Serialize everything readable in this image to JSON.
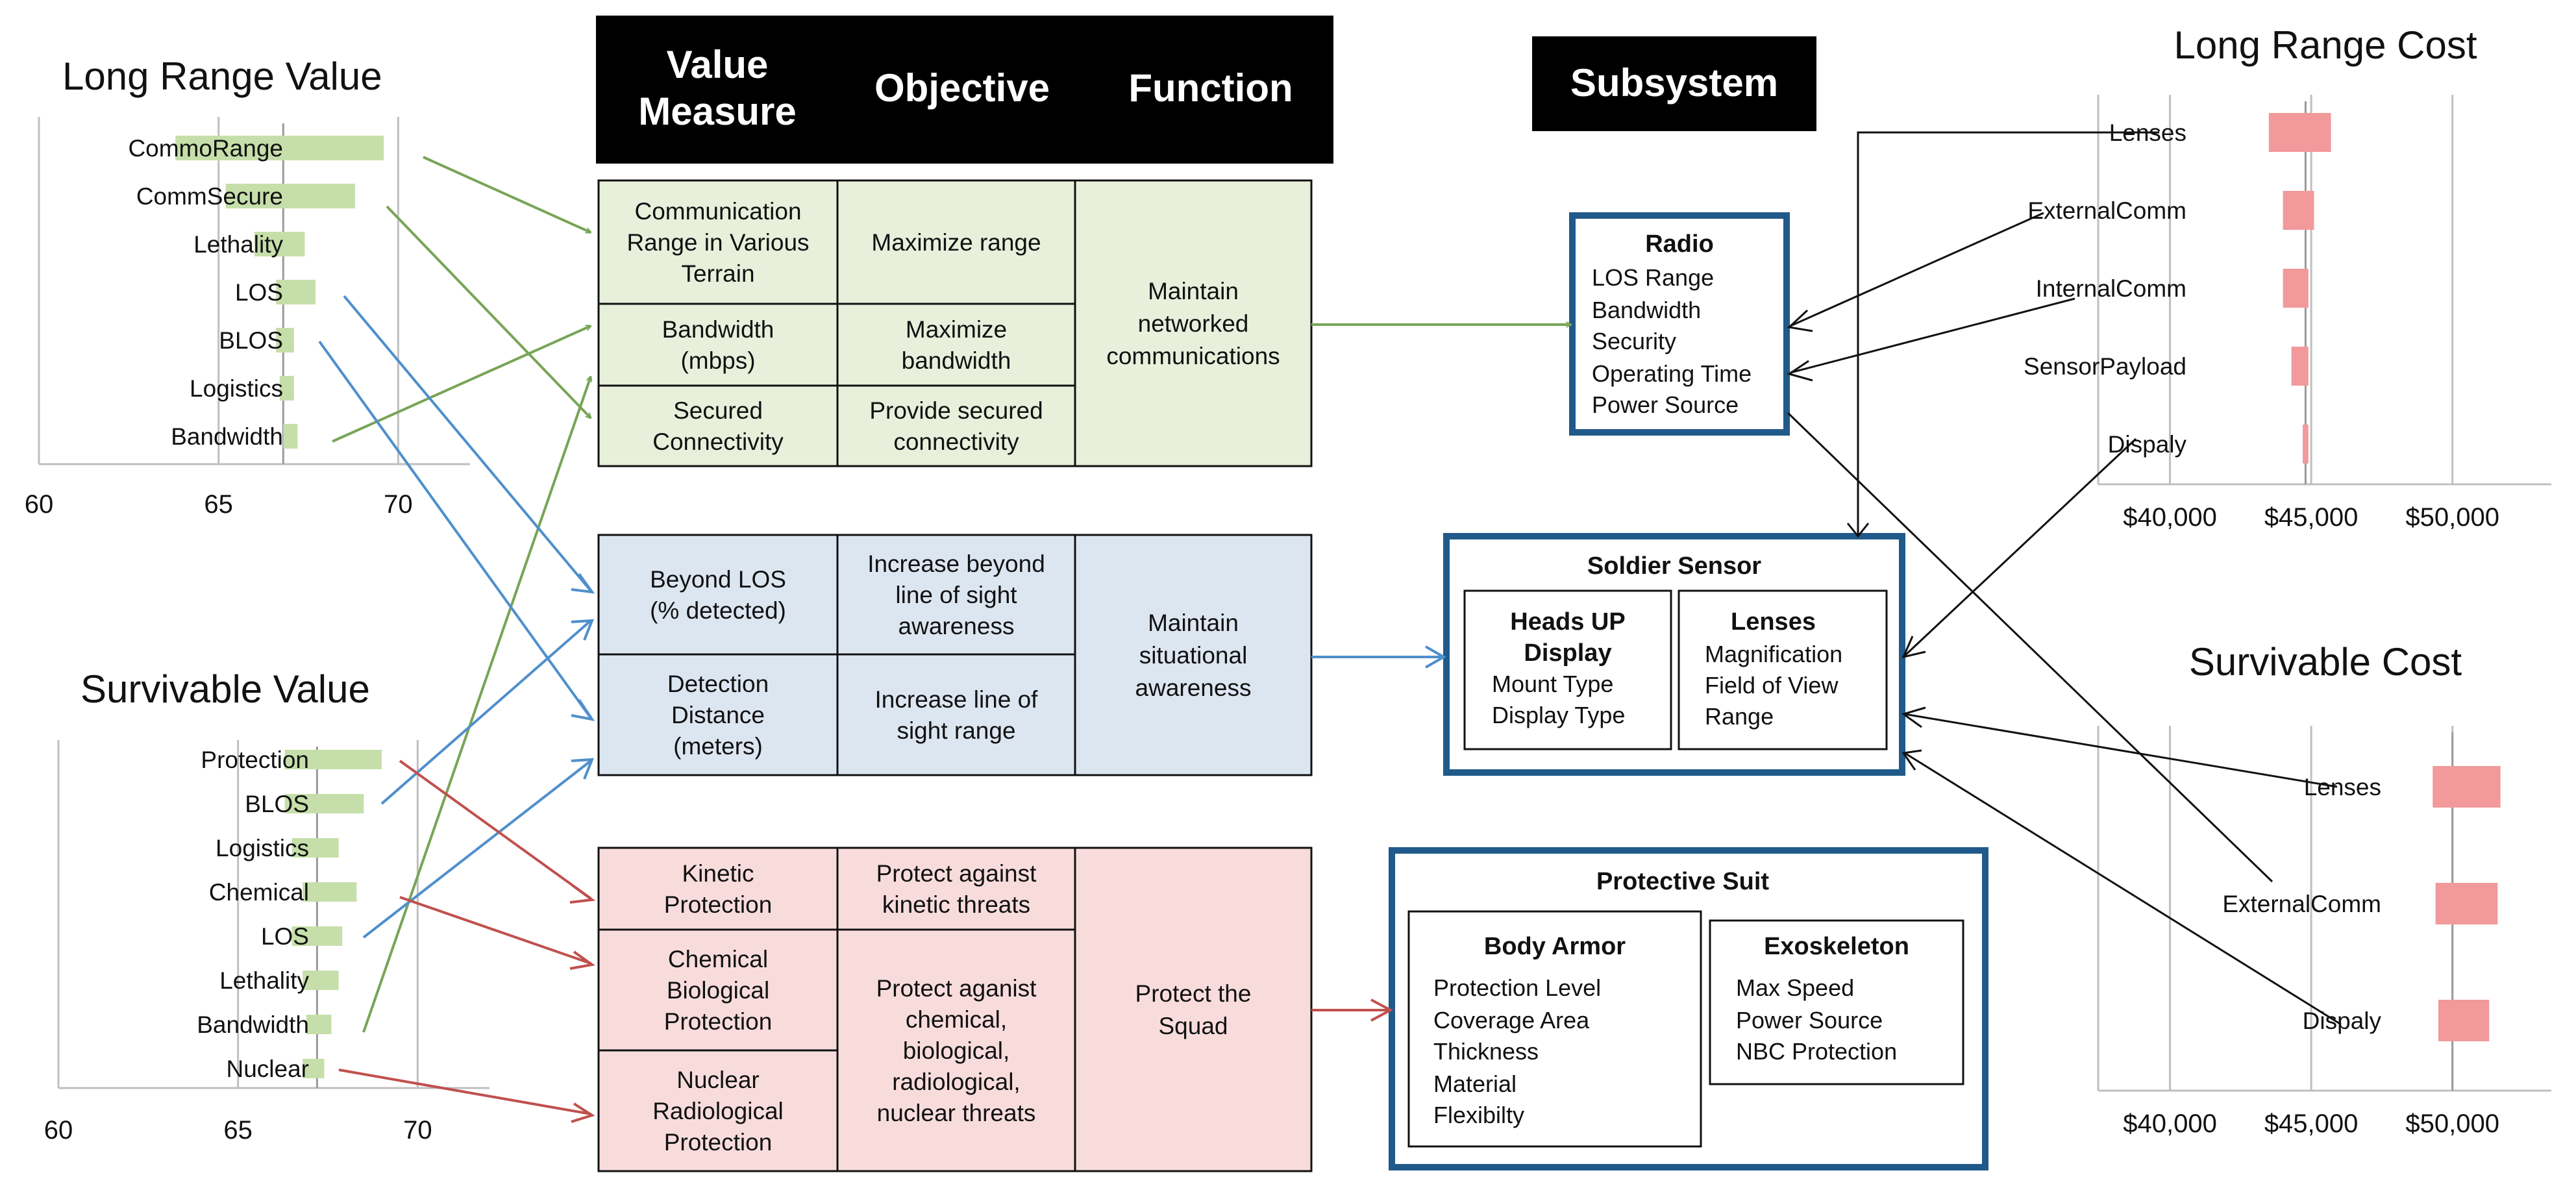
{
  "headers": {
    "value_measure": [
      "Value",
      "Measure"
    ],
    "objective": "Objective",
    "function": "Function",
    "subsystem": "Subsystem"
  },
  "colors": {
    "green_fill": "#e8f0dc",
    "green_bar": "#c6dfaa",
    "green_line": "#77a556",
    "blue_fill": "#dce6f1",
    "blue_line": "#4f8fcc",
    "red_fill": "#f8dcdc",
    "red_bar": "#f1999b",
    "red_line": "#c0504d",
    "box_border": "#1f5a8a"
  },
  "groups": {
    "comms": {
      "value_measures": [
        [
          "Communication",
          "Range in Various",
          "Terrain"
        ],
        [
          "Bandwidth",
          "(mbps)"
        ],
        [
          "Secured",
          "Connectivity"
        ]
      ],
      "objectives": [
        [
          "Maximize range"
        ],
        [
          "Maximize",
          "bandwidth"
        ],
        [
          "Provide secured",
          "connectivity"
        ]
      ],
      "function": [
        "Maintain",
        "networked",
        "communications"
      ]
    },
    "awareness": {
      "value_measures": [
        [
          "Beyond LOS",
          "(% detected)"
        ],
        [
          "Detection",
          "Distance",
          "(meters)"
        ]
      ],
      "objectives": [
        [
          "Increase beyond",
          "line of sight",
          "awareness"
        ],
        [
          "Increase line of",
          "sight range"
        ]
      ],
      "function": [
        "Maintain",
        "situational",
        "awareness"
      ]
    },
    "protect": {
      "value_measures": [
        [
          "Kinetic",
          "Protection"
        ],
        [
          "Chemical",
          "Biological",
          "Protection"
        ],
        [
          "Nuclear",
          "Radiological",
          "Protection"
        ]
      ],
      "objectives": [
        [
          "Protect against",
          "kinetic threats"
        ],
        [
          "Protect aganist",
          "chemical,",
          "biological,",
          "radiological,",
          "nuclear threats"
        ]
      ],
      "function": [
        "Protect the",
        "Squad"
      ]
    }
  },
  "subsystems": {
    "radio": {
      "title": "Radio",
      "items": [
        "LOS Range",
        "Bandwidth",
        "Security",
        "Operating Time",
        "Power Source"
      ]
    },
    "soldier_sensor": {
      "title": "Soldier Sensor",
      "heads_up": {
        "title": [
          "Heads UP",
          "Display"
        ],
        "items": [
          "Mount Type",
          "Display Type"
        ]
      },
      "lenses": {
        "title": "Lenses",
        "items": [
          "Magnification",
          "Field of View",
          "Range"
        ]
      }
    },
    "protective_suit": {
      "title": "Protective Suit",
      "body_armor": {
        "title": "Body Armor",
        "items": [
          "Protection Level",
          "Coverage Area",
          "Thickness",
          "Material",
          "Flexibilty"
        ]
      },
      "exoskeleton": {
        "title": "Exoskeleton",
        "items": [
          "Max Speed",
          "Power Source",
          "NBC Protection"
        ]
      }
    }
  },
  "chart_data": [
    {
      "type": "bar",
      "orientation": "horizontal",
      "title": "Long Range Value",
      "categories": [
        "CommoRange",
        "CommSecure",
        "Lethality",
        "LOS",
        "BLOS",
        "Logistics",
        "Bandwidth"
      ],
      "low": [
        63.8,
        65.2,
        66.0,
        66.6,
        66.6,
        66.7,
        66.8
      ],
      "high": [
        69.6,
        68.8,
        67.4,
        67.7,
        67.1,
        67.1,
        67.2
      ],
      "xlim": [
        60,
        72
      ],
      "xticks": [
        "60",
        "65",
        "70"
      ],
      "marker": 66.8,
      "grid": true
    },
    {
      "type": "bar",
      "orientation": "horizontal",
      "title": "Survivable Value",
      "categories": [
        "Protection",
        "BLOS",
        "Logistics",
        "Chemical",
        "LOS",
        "Lethality",
        "Bandwidth",
        "Nuclear"
      ],
      "low": [
        66.3,
        66.3,
        66.5,
        66.8,
        66.5,
        66.8,
        66.9,
        66.8
      ],
      "high": [
        69.0,
        68.5,
        67.8,
        68.3,
        67.9,
        67.8,
        67.6,
        67.4
      ],
      "xlim": [
        60,
        72
      ],
      "xticks": [
        "60",
        "65",
        "70"
      ],
      "marker": 67.2,
      "grid": true
    },
    {
      "type": "bar",
      "orientation": "horizontal",
      "title": "Long Range Cost",
      "categories": [
        "Lenses",
        "ExternalComm",
        "InternalComm",
        "SensorPayload",
        "Dispaly"
      ],
      "low": [
        43500,
        44000,
        44000,
        44300,
        44700
      ],
      "high": [
        45700,
        45100,
        44900,
        44900,
        44900
      ],
      "xlim": [
        37000,
        53500
      ],
      "xticks": [
        "$40,000",
        "$45,000",
        "$50,000"
      ],
      "tick_values": [
        40000,
        45000,
        50000
      ],
      "marker": 44800,
      "grid": true
    },
    {
      "type": "bar",
      "orientation": "horizontal",
      "title": "Survivable Cost",
      "categories": [
        "Lenses",
        "ExternalComm",
        "Dispaly"
      ],
      "low": [
        49300,
        49400,
        49500
      ],
      "high": [
        51700,
        51600,
        51300
      ],
      "xlim": [
        37000,
        53500
      ],
      "xticks": [
        "$40,000",
        "$45,000",
        "$50,000"
      ],
      "tick_values": [
        40000,
        45000,
        50000
      ],
      "marker": 50000,
      "grid": true
    }
  ]
}
